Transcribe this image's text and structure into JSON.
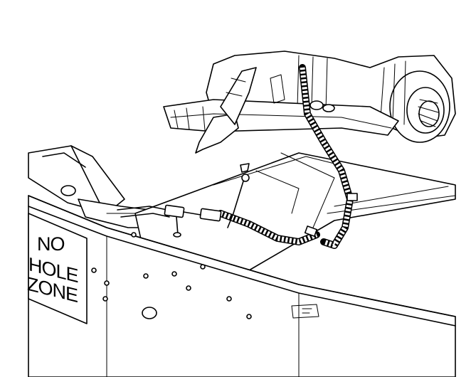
{
  "label": {
    "line1": "NO",
    "line2": "HOLE",
    "line3": "ZONE"
  },
  "colors": {
    "ink": "#000000",
    "paper": "#ffffff"
  }
}
